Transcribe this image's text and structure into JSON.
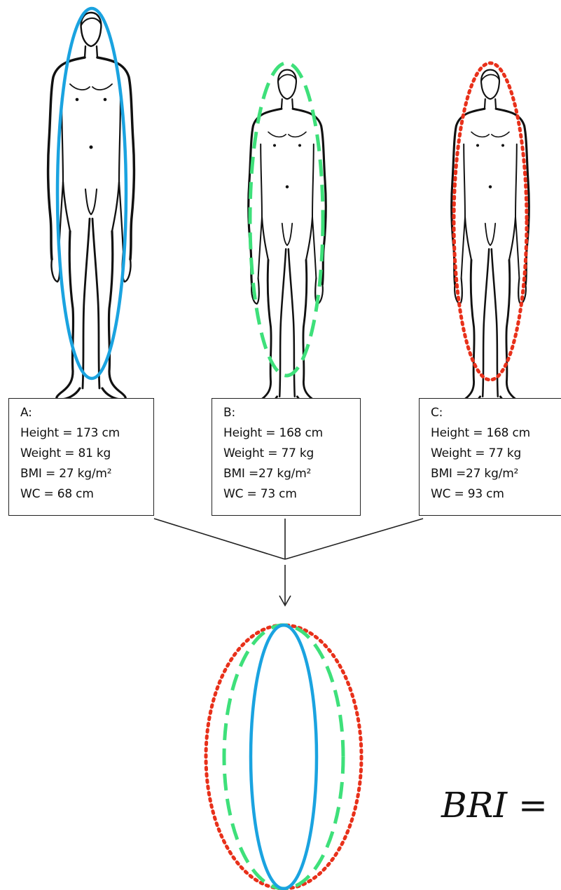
{
  "figures": [
    {
      "id": "A",
      "label": "A:",
      "height": "Height = 173 cm",
      "weight": "Weight = 81 kg",
      "bmi": "BMI = 27 kg/m²",
      "wc": "WC = 68 cm",
      "outline_style": "solid",
      "outline_color": "#1aa3e0"
    },
    {
      "id": "B",
      "label": "B:",
      "height": "Height = 168 cm",
      "weight": "Weight = 77 kg",
      "bmi": "BMI =27 kg/m²",
      "wc": "WC = 73 cm",
      "outline_style": "dashed",
      "outline_color": "#3ee07a"
    },
    {
      "id": "C",
      "label": "C:",
      "height": "Height = 168 cm",
      "weight": "Weight = 77 kg",
      "bmi": "BMI =27 kg/m²",
      "wc": "WC = 93 cm",
      "outline_style": "dotted",
      "outline_color": "#e8301a"
    }
  ],
  "formula": {
    "text": "BRI ="
  },
  "icons": [
    "human-body-outline",
    "arrow-down"
  ]
}
